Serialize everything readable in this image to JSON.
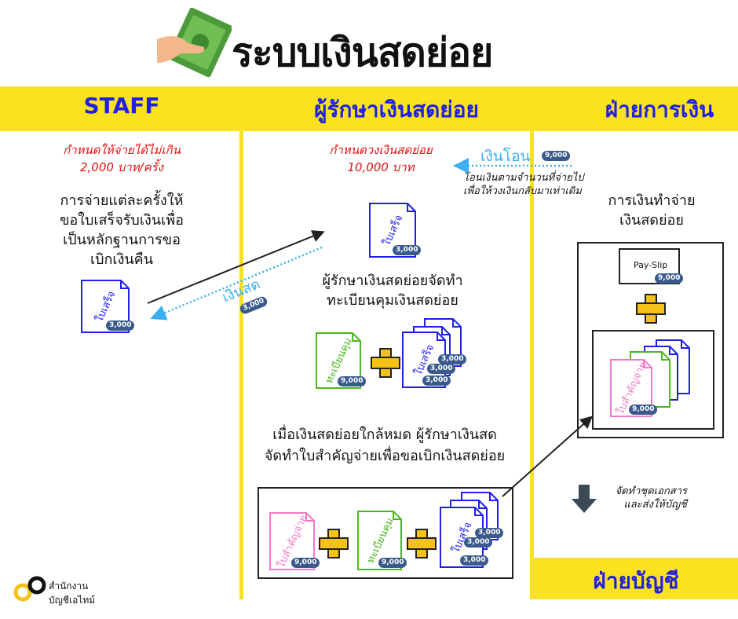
{
  "title": "ระบบเงินสดย่อย",
  "columns": {
    "staff": "STAFF",
    "custodian": "ผู้รักษาเงินสดย่อย",
    "finance": "ฝ่ายการเงิน",
    "accounting": "ฝ่ายบัญชี"
  },
  "staff": {
    "limit": [
      "กำหนดให้จ่ายได้ไม่เกิน",
      "2,000 บาท/ครั้ง"
    ],
    "desc": [
      "การจ่ายแต่ละครั้งให้",
      "ขอใบเสร็จรับเงินเพื่อ",
      "เป็นหลักฐานการขอ",
      "เบิกเงินคืน"
    ]
  },
  "custodian": {
    "limit": [
      "กำหนดวงเงินสดย่อย",
      "10,000 บาท"
    ],
    "register_desc": [
      "ผู้รักษาเงินสดย่อยจัดทำ",
      "ทะเบียนคุมเงินสดย่อย"
    ],
    "reimburse_desc": [
      "เมื่อเงินสดย่อยใกล้หมด ผู้รักษาเงินสด",
      "จัดทำใบสำคัญจ่ายเพื่อขอเบิกเงินสดย่อย"
    ]
  },
  "finance": {
    "transfer": "เงินโอน",
    "transfer_desc": [
      "โอนเงินตามจำนวนที่จ่ายไป",
      "เพื่อให้วงเงินกลับมาเท่าเดิม"
    ],
    "pay_desc": [
      "การเงินทำจ่าย",
      "เงินสดย่อย"
    ],
    "send_desc": [
      "จัดทำชุดเอกสาร",
      "และส่งให้บัญชี"
    ]
  },
  "cash": "เงินสด",
  "docs": {
    "receipt": "ใบเสร็จ",
    "register": "ทะเบียนคุม",
    "voucher": "ใบสำคัญจ่าย",
    "payslip": "Pay-Slip"
  },
  "amounts": {
    "a3000": "3,000",
    "a9000": "9,000"
  },
  "logo": [
    "สำนักงาน",
    "บัญชีเอไทม์"
  ],
  "colors": {
    "yellow": "#fae21e",
    "blue": "#1f1fe6",
    "green": "#4cb81c",
    "pink": "#f07ac8",
    "red": "#e01010",
    "light_blue": "#3ab0f0"
  }
}
